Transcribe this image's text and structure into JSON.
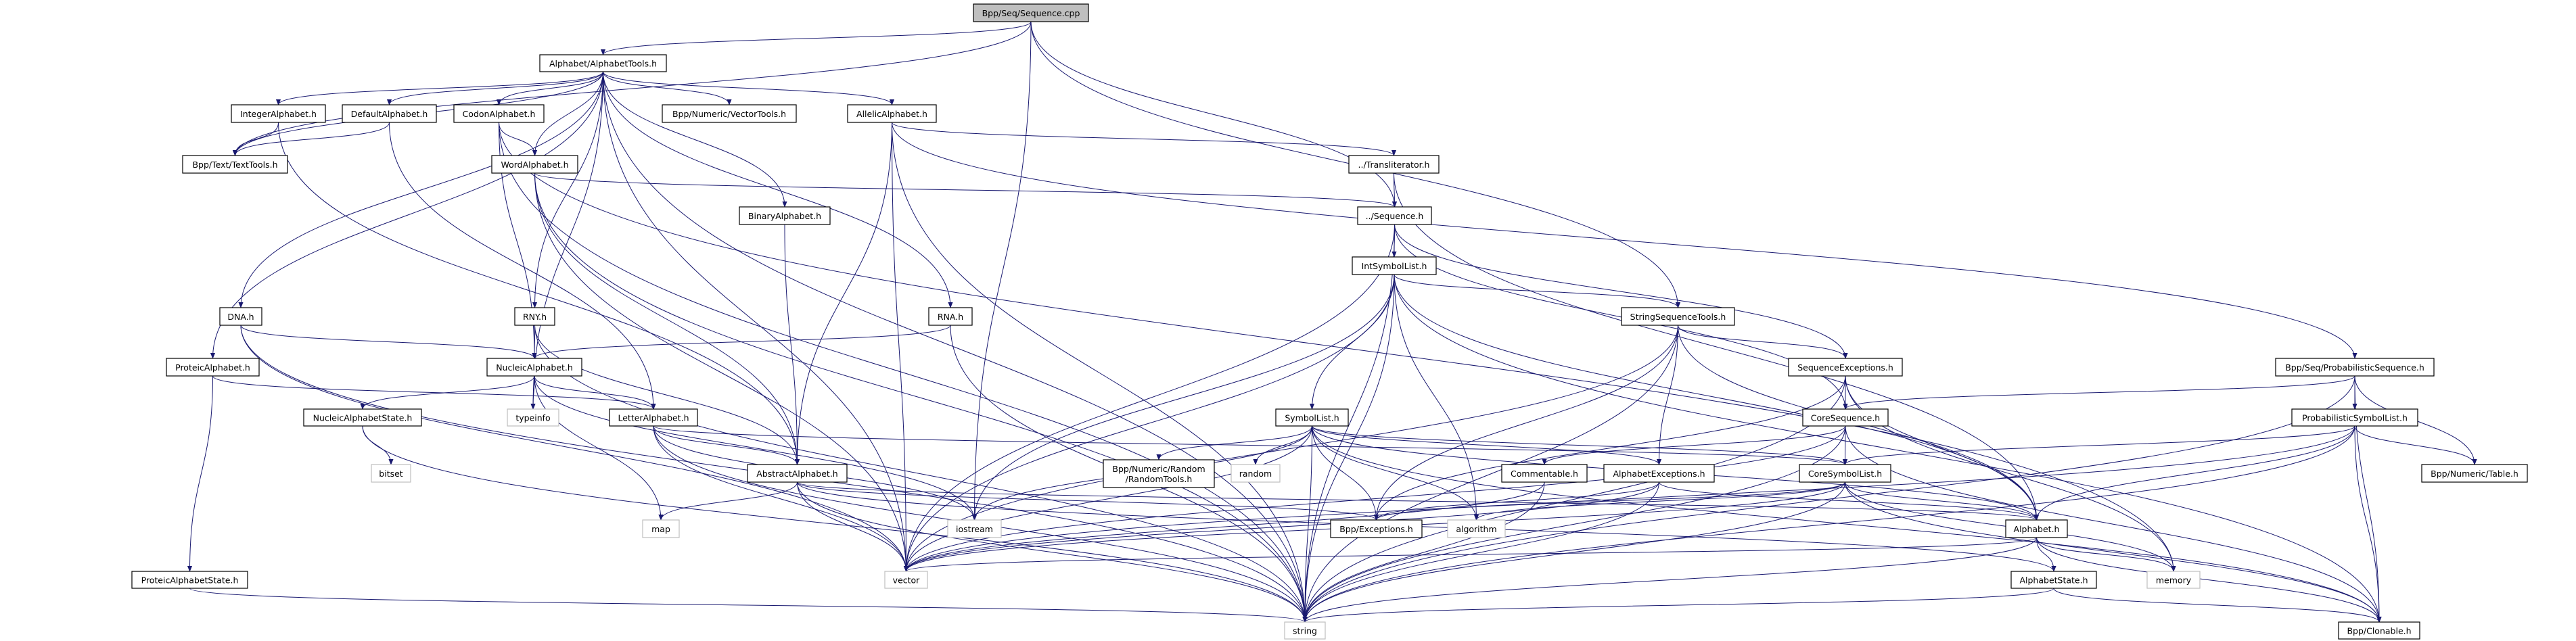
{
  "colors": {
    "edge": "#191970",
    "root_fill": "#bfbfbf",
    "node_fill": "#ffffff",
    "external_border": "#bfbfbf"
  },
  "nodes": [
    {
      "id": "root",
      "label": "Bpp/Seq/Sequence.cpp",
      "kind": "root"
    },
    {
      "id": "alphabettools",
      "label": "Alphabet/AlphabetTools.h",
      "kind": "file"
    },
    {
      "id": "integer",
      "label": "IntegerAlphabet.h",
      "kind": "file"
    },
    {
      "id": "default",
      "label": "DefaultAlphabet.h",
      "kind": "file"
    },
    {
      "id": "codon",
      "label": "CodonAlphabet.h",
      "kind": "file"
    },
    {
      "id": "vectortools",
      "label": "Bpp/Numeric/VectorTools.h",
      "kind": "file"
    },
    {
      "id": "allelic",
      "label": "AllelicAlphabet.h",
      "kind": "file"
    },
    {
      "id": "texttools",
      "label": "Bpp/Text/TextTools.h",
      "kind": "file"
    },
    {
      "id": "word",
      "label": "WordAlphabet.h",
      "kind": "file"
    },
    {
      "id": "translit",
      "label": "../Transliterator.h",
      "kind": "file"
    },
    {
      "id": "binary",
      "label": "BinaryAlphabet.h",
      "kind": "file"
    },
    {
      "id": "seqh",
      "label": "../Sequence.h",
      "kind": "file"
    },
    {
      "id": "intsym",
      "label": "IntSymbolList.h",
      "kind": "file"
    },
    {
      "id": "dna",
      "label": "DNA.h",
      "kind": "file"
    },
    {
      "id": "rny",
      "label": "RNY.h",
      "kind": "file"
    },
    {
      "id": "rna",
      "label": "RNA.h",
      "kind": "file"
    },
    {
      "id": "strseqtools",
      "label": "StringSequenceTools.h",
      "kind": "file"
    },
    {
      "id": "proteic",
      "label": "ProteicAlphabet.h",
      "kind": "file"
    },
    {
      "id": "nucleic",
      "label": "NucleicAlphabet.h",
      "kind": "file"
    },
    {
      "id": "seqexc",
      "label": "SequenceExceptions.h",
      "kind": "file"
    },
    {
      "id": "probseq",
      "label": "Bpp/Seq/ProbabilisticSequence.h",
      "kind": "file"
    },
    {
      "id": "nucstate",
      "label": "NucleicAlphabetState.h",
      "kind": "file"
    },
    {
      "id": "typeinfo",
      "label": "typeinfo",
      "kind": "external"
    },
    {
      "id": "letter",
      "label": "LetterAlphabet.h",
      "kind": "file"
    },
    {
      "id": "symlist",
      "label": "SymbolList.h",
      "kind": "file"
    },
    {
      "id": "coreseq",
      "label": "CoreSequence.h",
      "kind": "file"
    },
    {
      "id": "probsym",
      "label": "ProbabilisticSymbolList.h",
      "kind": "file"
    },
    {
      "id": "bitset",
      "label": "bitset",
      "kind": "external"
    },
    {
      "id": "abstract",
      "label": "AbstractAlphabet.h",
      "kind": "file"
    },
    {
      "id": "randomtools",
      "label": "Bpp/Numeric/Random\n/RandomTools.h",
      "kind": "file"
    },
    {
      "id": "random",
      "label": "random",
      "kind": "external"
    },
    {
      "id": "commentable",
      "label": "Commentable.h",
      "kind": "file"
    },
    {
      "id": "alphexc",
      "label": "AlphabetExceptions.h",
      "kind": "file"
    },
    {
      "id": "coresym",
      "label": "CoreSymbolList.h",
      "kind": "file"
    },
    {
      "id": "table",
      "label": "Bpp/Numeric/Table.h",
      "kind": "file"
    },
    {
      "id": "map",
      "label": "map",
      "kind": "external"
    },
    {
      "id": "iostream",
      "label": "iostream",
      "kind": "external"
    },
    {
      "id": "exceptions",
      "label": "Bpp/Exceptions.h",
      "kind": "file"
    },
    {
      "id": "algorithm",
      "label": "algorithm",
      "kind": "external"
    },
    {
      "id": "alphabet",
      "label": "Alphabet.h",
      "kind": "file"
    },
    {
      "id": "proteicstate",
      "label": "ProteicAlphabetState.h",
      "kind": "file"
    },
    {
      "id": "vector",
      "label": "vector",
      "kind": "external"
    },
    {
      "id": "alphstate",
      "label": "AlphabetState.h",
      "kind": "file"
    },
    {
      "id": "memory",
      "label": "memory",
      "kind": "external"
    },
    {
      "id": "string",
      "label": "string",
      "kind": "external"
    },
    {
      "id": "clonable",
      "label": "Bpp/Clonable.h",
      "kind": "file"
    }
  ],
  "edges": [
    [
      "root",
      "alphabettools"
    ],
    [
      "root",
      "texttools"
    ],
    [
      "root",
      "iostream"
    ],
    [
      "root",
      "seqh"
    ],
    [
      "root",
      "strseqtools"
    ],
    [
      "alphabettools",
      "integer"
    ],
    [
      "alphabettools",
      "default"
    ],
    [
      "alphabettools",
      "codon"
    ],
    [
      "alphabettools",
      "word"
    ],
    [
      "alphabettools",
      "vectortools"
    ],
    [
      "alphabettools",
      "allelic"
    ],
    [
      "alphabettools",
      "binary"
    ],
    [
      "alphabettools",
      "dna"
    ],
    [
      "alphabettools",
      "rna"
    ],
    [
      "alphabettools",
      "rny"
    ],
    [
      "alphabettools",
      "proteic"
    ],
    [
      "alphabettools",
      "texttools"
    ],
    [
      "alphabettools",
      "typeinfo"
    ],
    [
      "alphabettools",
      "vector"
    ],
    [
      "alphabettools",
      "string"
    ],
    [
      "integer",
      "texttools"
    ],
    [
      "integer",
      "abstract"
    ],
    [
      "default",
      "texttools"
    ],
    [
      "default",
      "letter"
    ],
    [
      "codon",
      "word"
    ],
    [
      "codon",
      "nucleic"
    ],
    [
      "codon",
      "string"
    ],
    [
      "codon",
      "memory"
    ],
    [
      "word",
      "abstract"
    ],
    [
      "word",
      "seqh"
    ],
    [
      "word",
      "vector"
    ],
    [
      "word",
      "string"
    ],
    [
      "allelic",
      "abstract"
    ],
    [
      "allelic",
      "translit"
    ],
    [
      "allelic",
      "probseq"
    ],
    [
      "allelic",
      "string"
    ],
    [
      "allelic",
      "vector"
    ],
    [
      "binary",
      "abstract"
    ],
    [
      "translit",
      "seqh"
    ],
    [
      "translit",
      "alphabet"
    ],
    [
      "seqh",
      "intsym"
    ],
    [
      "seqh",
      "seqexc"
    ],
    [
      "seqh",
      "coreseq"
    ],
    [
      "seqh",
      "vector"
    ],
    [
      "seqh",
      "string"
    ],
    [
      "intsym",
      "symlist"
    ],
    [
      "intsym",
      "strseqtools"
    ],
    [
      "intsym",
      "alphabet"
    ],
    [
      "intsym",
      "vector"
    ],
    [
      "intsym",
      "string"
    ],
    [
      "intsym",
      "iostream"
    ],
    [
      "intsym",
      "algorithm"
    ],
    [
      "intsym",
      "clonable"
    ],
    [
      "strseqtools",
      "seqexc"
    ],
    [
      "strseqtools",
      "alphexc"
    ],
    [
      "strseqtools",
      "exceptions"
    ],
    [
      "strseqtools",
      "alphabet"
    ],
    [
      "strseqtools",
      "string"
    ],
    [
      "strseqtools",
      "vector"
    ],
    [
      "dna",
      "nucleic"
    ],
    [
      "dna",
      "string"
    ],
    [
      "dna",
      "vector"
    ],
    [
      "rny",
      "nucleic"
    ],
    [
      "rny",
      "abstract"
    ],
    [
      "rny",
      "string"
    ],
    [
      "rna",
      "nucleic"
    ],
    [
      "rna",
      "string"
    ],
    [
      "proteic",
      "letter"
    ],
    [
      "proteic",
      "proteicstate"
    ],
    [
      "nucleic",
      "nucstate"
    ],
    [
      "nucleic",
      "letter"
    ],
    [
      "nucleic",
      "typeinfo"
    ],
    [
      "nucleic",
      "map"
    ],
    [
      "nucleic",
      "iostream"
    ],
    [
      "nucstate",
      "bitset"
    ],
    [
      "nucstate",
      "string"
    ],
    [
      "proteicstate",
      "string"
    ],
    [
      "letter",
      "abstract"
    ],
    [
      "letter",
      "coresym"
    ],
    [
      "letter",
      "vector"
    ],
    [
      "letter",
      "string"
    ],
    [
      "letter",
      "iostream"
    ],
    [
      "symlist",
      "alphexc"
    ],
    [
      "symlist",
      "randomtools"
    ],
    [
      "symlist",
      "random"
    ],
    [
      "symlist",
      "exceptions"
    ],
    [
      "symlist",
      "algorithm"
    ],
    [
      "symlist",
      "string"
    ],
    [
      "symlist",
      "vector"
    ],
    [
      "symlist",
      "iostream"
    ],
    [
      "symlist",
      "alphabet"
    ],
    [
      "symlist",
      "coresym"
    ],
    [
      "symlist",
      "clonable"
    ],
    [
      "seqexc",
      "coreseq"
    ],
    [
      "seqexc",
      "exceptions"
    ],
    [
      "seqexc",
      "alphabet"
    ],
    [
      "seqexc",
      "string"
    ],
    [
      "seqexc",
      "memory"
    ],
    [
      "coreseq",
      "coresym"
    ],
    [
      "coreseq",
      "commentable"
    ],
    [
      "coreseq",
      "vector"
    ],
    [
      "coreseq",
      "string"
    ],
    [
      "coreseq",
      "clonable"
    ],
    [
      "commentable",
      "string"
    ],
    [
      "commentable",
      "vector"
    ],
    [
      "alphexc",
      "exceptions"
    ],
    [
      "alphexc",
      "vector"
    ],
    [
      "alphexc",
      "string"
    ],
    [
      "alphexc",
      "alphabet"
    ],
    [
      "coresym",
      "alphabet"
    ],
    [
      "coresym",
      "exceptions"
    ],
    [
      "coresym",
      "algorithm"
    ],
    [
      "coresym",
      "vector"
    ],
    [
      "coresym",
      "string"
    ],
    [
      "coresym",
      "clonable"
    ],
    [
      "coresym",
      "memory"
    ],
    [
      "abstract",
      "map"
    ],
    [
      "abstract",
      "vector"
    ],
    [
      "abstract",
      "string"
    ],
    [
      "abstract",
      "exceptions"
    ],
    [
      "abstract",
      "alphabet"
    ],
    [
      "abstract",
      "alphstate"
    ],
    [
      "probseq",
      "probsym"
    ],
    [
      "probseq",
      "table"
    ],
    [
      "probseq",
      "coreseq"
    ],
    [
      "probseq",
      "string"
    ],
    [
      "probseq",
      "clonable"
    ],
    [
      "probsym",
      "table"
    ],
    [
      "probsym",
      "alphabet"
    ],
    [
      "probsym",
      "coresym"
    ],
    [
      "probsym",
      "vector"
    ],
    [
      "probsym",
      "string"
    ],
    [
      "probsym",
      "clonable"
    ],
    [
      "alphabet",
      "alphstate"
    ],
    [
      "alphabet",
      "memory"
    ],
    [
      "alphabet",
      "clonable"
    ],
    [
      "alphabet",
      "string"
    ],
    [
      "alphabet",
      "vector"
    ],
    [
      "alphstate",
      "clonable"
    ],
    [
      "alphstate",
      "string"
    ]
  ]
}
